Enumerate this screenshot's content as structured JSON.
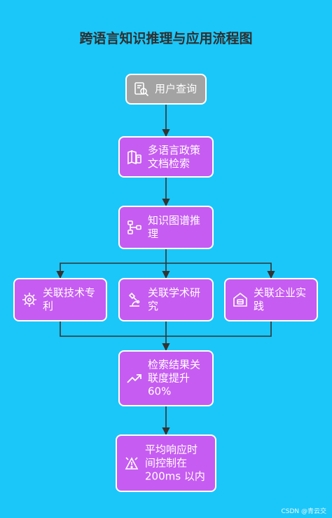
{
  "title": "跨语言知识推理与应用流程图",
  "colors": {
    "background": "#1bc7f9",
    "node_fill": "#c65cf1",
    "start_fill": "#a3a3a3",
    "border": "#ffffff",
    "edge": "#333333",
    "title_text": "#2f2f2f"
  },
  "nodes": [
    {
      "id": "user-query",
      "label": "用户查询",
      "icon": "search-document-icon"
    },
    {
      "id": "policy-retrieval",
      "label": "多语言政策\n文档检索",
      "icon": "book-map-icon"
    },
    {
      "id": "kg-reasoning",
      "label": "知识图谱推\n理",
      "icon": "graph-nodes-icon"
    },
    {
      "id": "tech-patent",
      "label": "关联技术专\n利",
      "icon": "gear-icon"
    },
    {
      "id": "academic-research",
      "label": "关联学术研\n究",
      "icon": "microscope-icon"
    },
    {
      "id": "enterprise-practice",
      "label": "关联企业实\n践",
      "icon": "building-icon"
    },
    {
      "id": "relevance-up",
      "label": "检索结果关\n联度提升\n60%",
      "icon": "trending-up-icon"
    },
    {
      "id": "response-time",
      "label": "平均响应时\n间控制在\n200ms 以内",
      "icon": "timer-icon"
    }
  ],
  "edges": [
    [
      "user-query",
      "policy-retrieval"
    ],
    [
      "policy-retrieval",
      "kg-reasoning"
    ],
    [
      "kg-reasoning",
      "tech-patent"
    ],
    [
      "kg-reasoning",
      "academic-research"
    ],
    [
      "kg-reasoning",
      "enterprise-practice"
    ],
    [
      "tech-patent",
      "relevance-up"
    ],
    [
      "academic-research",
      "relevance-up"
    ],
    [
      "enterprise-practice",
      "relevance-up"
    ],
    [
      "relevance-up",
      "response-time"
    ]
  ],
  "watermark": "CSDN @青云交"
}
